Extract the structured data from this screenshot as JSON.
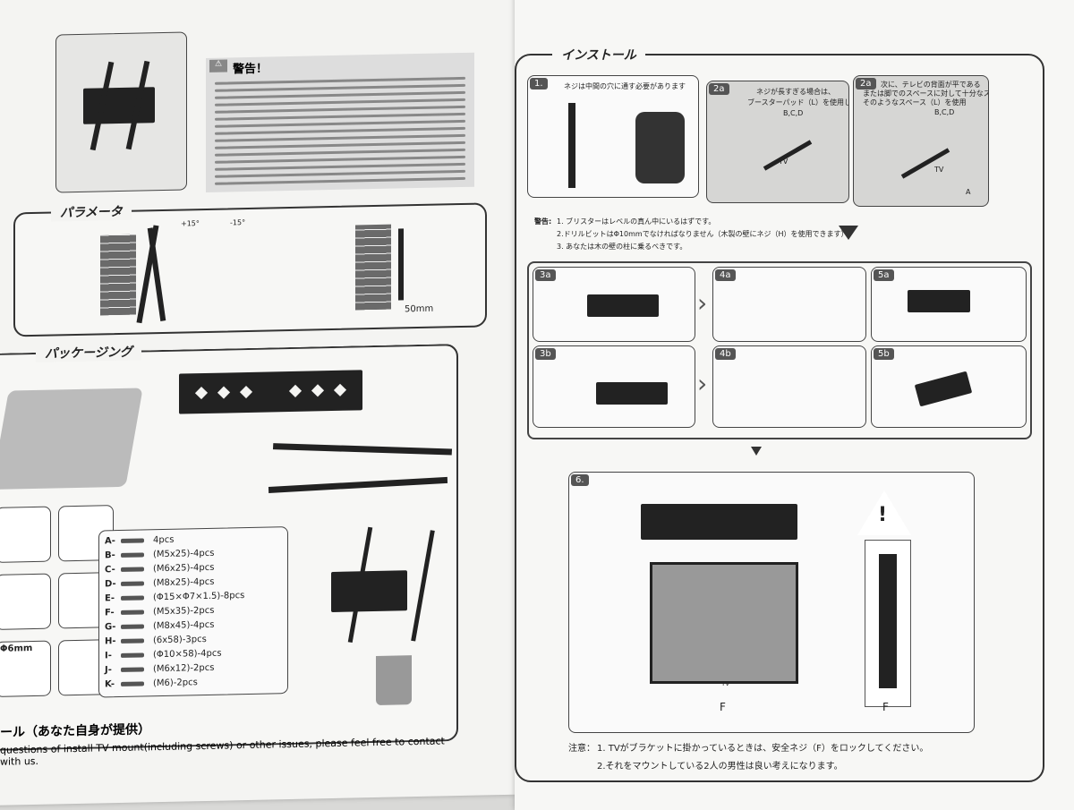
{
  "left": {
    "warning_title": "警告！",
    "params_title": "パラメータ",
    "params_tilt_a": "+15°",
    "params_tilt_b": "-15°",
    "params_dist": "50mm",
    "package_title": "パッケージング",
    "parts": [
      {
        "code": "A-",
        "desc": "4pcs"
      },
      {
        "code": "B-",
        "desc": "(M5x25)-4pcs"
      },
      {
        "code": "C-",
        "desc": "(M6x25)-4pcs"
      },
      {
        "code": "D-",
        "desc": "(M8x25)-4pcs"
      },
      {
        "code": "E-",
        "desc": "(Φ15×Φ7×1.5)-8pcs"
      },
      {
        "code": "F-",
        "desc": "(M5x35)-2pcs"
      },
      {
        "code": "G-",
        "desc": "(M8x45)-4pcs"
      },
      {
        "code": "H-",
        "desc": "(6x58)-3pcs"
      },
      {
        "code": "I-",
        "desc": "(Φ10×58)-4pcs"
      },
      {
        "code": "J-",
        "desc": "(M6x12)-2pcs"
      },
      {
        "code": "K-",
        "desc": "(M6)-2pcs"
      }
    ],
    "drill_label": "Φ6mm",
    "tools_title": "ール（あなた自身が提供）",
    "contact_text": "questions of install TV mount(including screws) or other issues, please feel free to contact with us."
  },
  "right": {
    "install_title": "インストール",
    "step1_num": "1.",
    "step1_text": "ネジは中間の穴に通す必要があります",
    "step2a_num": "2a",
    "step2a_line1": "ネジが長すぎる場合は、",
    "step2a_line2": "ブースターパッド（L）を使用し",
    "step2a_code": "B,C,D",
    "step2a_tv": "TV",
    "step2b_num": "2a",
    "step2b_line1": "次に、テレビの背面が平である",
    "step2b_line2": "または脚でのスペースに対して十分なス",
    "step2b_line3": "そのようなスペース（L）を使用",
    "step2b_code": "B,C,D",
    "step2b_tv": "TV",
    "step2b_a": "A",
    "warning_label": "警告:",
    "warnings": [
      "1. ブリスターはレベルの真ん中にいるはずです。",
      "2.ドリルビットはΦ10mmでなければなりません（木製の壁にネジ（H）を使用できます）",
      "3. あなたは木の壁の柱に乗るべきです。"
    ],
    "step3a": "3a",
    "step3b": "3b",
    "step4a": "4a",
    "step4b": "4b",
    "step5a": "5a",
    "step5b": "5b",
    "step6": "6.",
    "label_F1": "F",
    "label_F2": "F",
    "label_tv6": "TV",
    "note_label": "注意：",
    "notes": [
      "1. TVがブラケットに掛かっているときは、安全ネジ（F）をロックしてください。",
      "2.それをマウントしている2人の男性は良い考えになります。"
    ]
  }
}
